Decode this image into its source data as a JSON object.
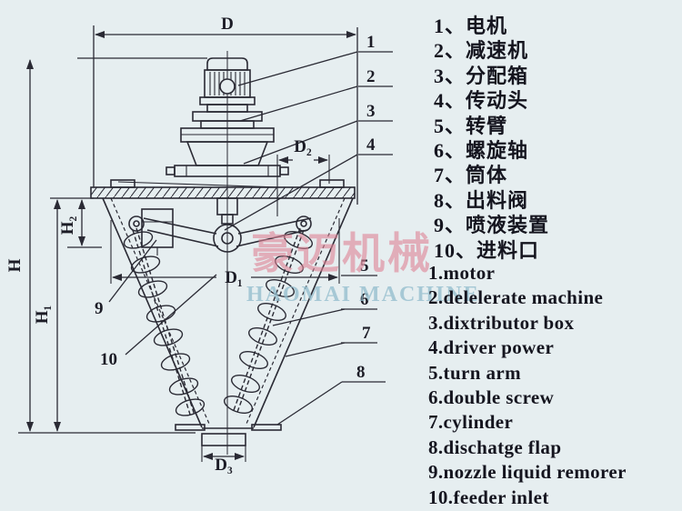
{
  "colors": {
    "background": "#e6eef0",
    "line": "#2a2a34",
    "text": "#15151f",
    "watermark_cn": "#dd8294",
    "watermark_en": "#94becd"
  },
  "drawing": {
    "dim_labels": {
      "d": "D",
      "d1": "D₁",
      "d2": "D₂",
      "d3": "D₃",
      "h": "H",
      "h1": "H₁",
      "h2": "H₂"
    },
    "callouts": [
      "1",
      "2",
      "3",
      "4",
      "5",
      "6",
      "7",
      "8",
      "9",
      "10"
    ]
  },
  "watermark": {
    "cn": "豪迈机械",
    "en": "HAOMAI MACHINE"
  },
  "legend_cn": {
    "items": [
      "1、电机",
      "2、减速机",
      "3、分配箱",
      "4、传动头",
      "5、转臂",
      "6、螺旋轴",
      "7、筒体",
      "8、出料阀",
      "9、喷液装置",
      "10、进料口"
    ]
  },
  "legend_en": {
    "items": [
      "1.motor",
      "2.delelerate machine",
      "3.dixtributor box",
      "4.driver power",
      "5.turn arm",
      "6.double screw",
      "7.cylinder",
      "8.dischatge flap",
      "9.nozzle liquid remorer",
      "10.feeder inlet"
    ]
  }
}
